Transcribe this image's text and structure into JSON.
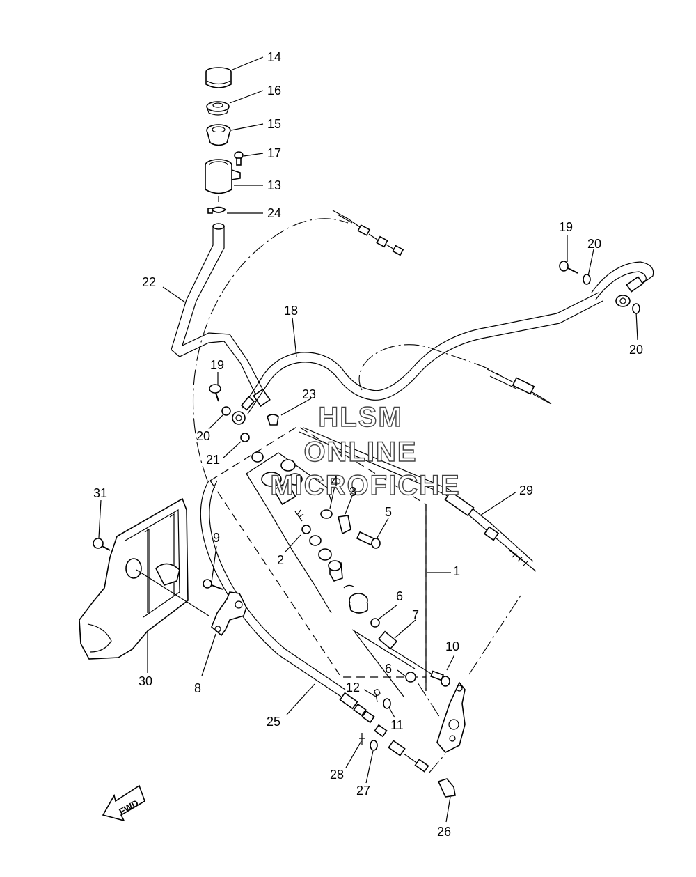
{
  "watermark": {
    "line1": "HLSM",
    "line2": "ONLINE",
    "line3": "MICROFICHE"
  },
  "forward_marker": "FWD",
  "callouts": [
    {
      "num": "14"
    },
    {
      "num": "16"
    },
    {
      "num": "15"
    },
    {
      "num": "17"
    },
    {
      "num": "13"
    },
    {
      "num": "24"
    },
    {
      "num": "22"
    },
    {
      "num": "19"
    },
    {
      "num": "20"
    },
    {
      "num": "20"
    },
    {
      "num": "18"
    },
    {
      "num": "19"
    },
    {
      "num": "23"
    },
    {
      "num": "20"
    },
    {
      "num": "21"
    },
    {
      "num": "4"
    },
    {
      "num": "3"
    },
    {
      "num": "29"
    },
    {
      "num": "5"
    },
    {
      "num": "2"
    },
    {
      "num": "1"
    },
    {
      "num": "31"
    },
    {
      "num": "9"
    },
    {
      "num": "6"
    },
    {
      "num": "7"
    },
    {
      "num": "10"
    },
    {
      "num": "6"
    },
    {
      "num": "12"
    },
    {
      "num": "11"
    },
    {
      "num": "30"
    },
    {
      "num": "8"
    },
    {
      "num": "25"
    },
    {
      "num": "28"
    },
    {
      "num": "27"
    },
    {
      "num": "26"
    }
  ]
}
